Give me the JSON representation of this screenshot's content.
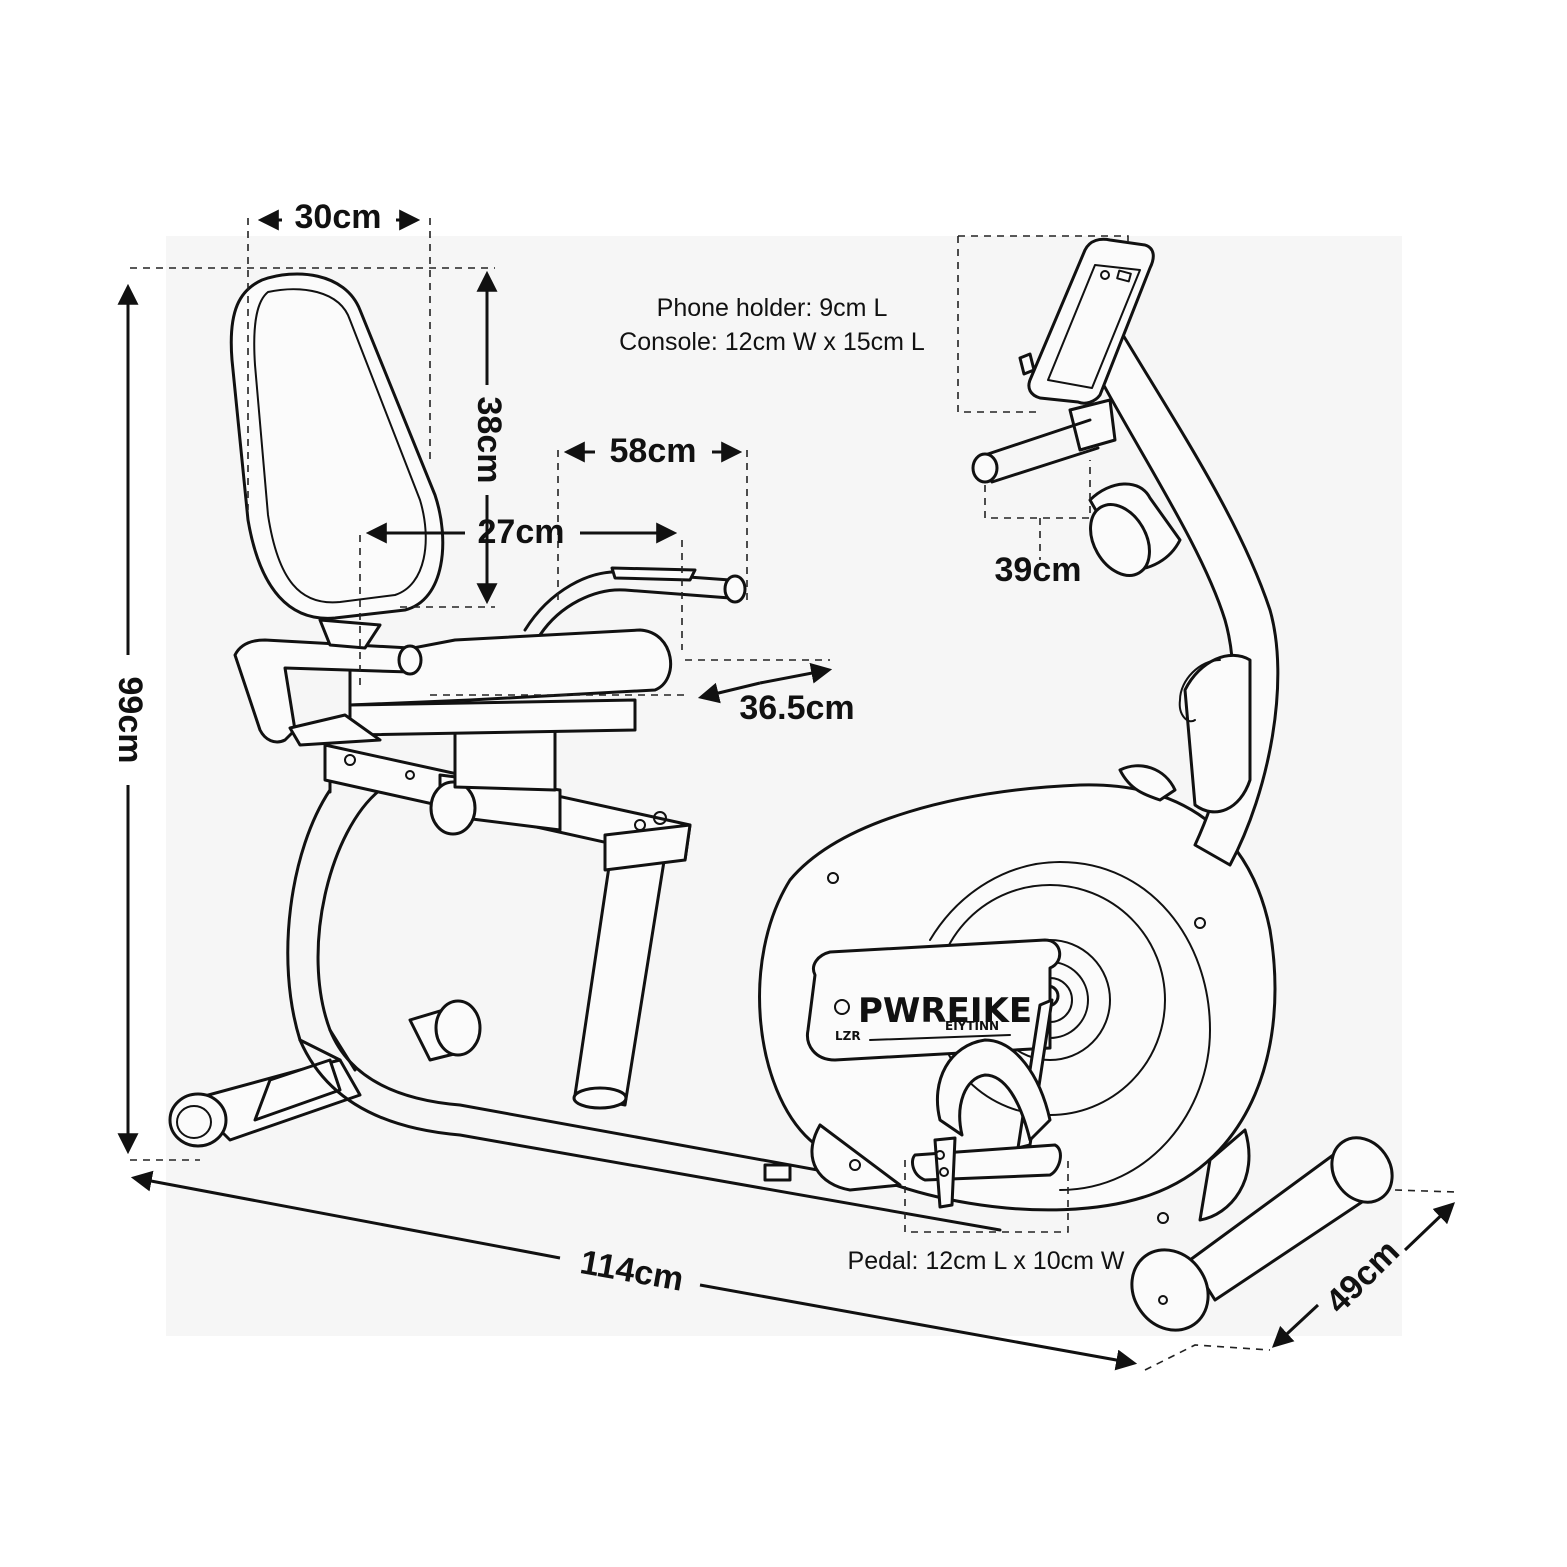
{
  "dimensions": {
    "height": "99cm",
    "length": "114cm",
    "width": "49cm",
    "backrest_width": "30cm",
    "backrest_height": "38cm",
    "seat_depth": "27cm",
    "handlebar_span": "58cm",
    "seat_width": "36.5cm",
    "front_handle_width": "39cm"
  },
  "notes": {
    "phone_holder": "Phone holder: 9cm L",
    "console": "Console: 12cm W x 15cm L",
    "pedal": "Pedal: 12cm L x 10cm W"
  },
  "branding": {
    "logo_main": "PWREIKE",
    "logo_sub": "EIYTINN",
    "badge": "LZR"
  },
  "colors": {
    "line": "#111111",
    "background_panel": "#f6f6f6",
    "page": "#ffffff"
  }
}
